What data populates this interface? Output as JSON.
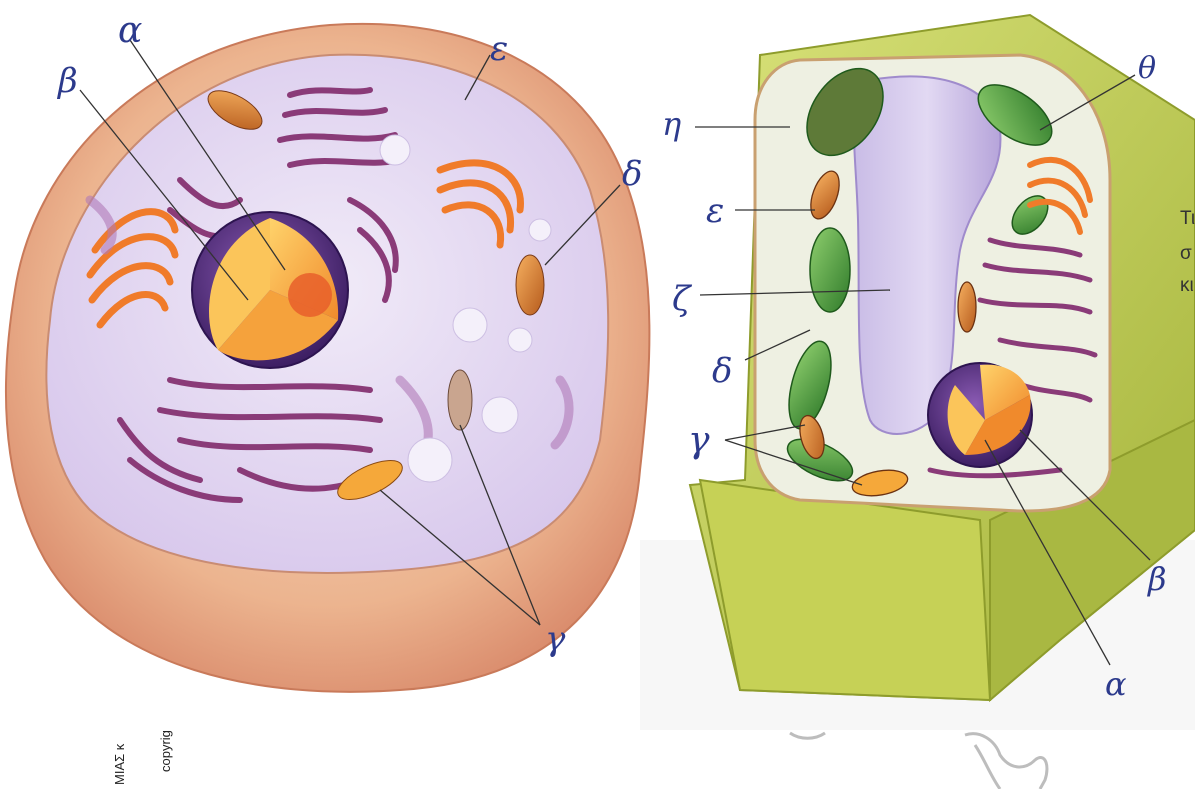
{
  "animal_cell": {
    "labels": {
      "a": "α",
      "b": "β",
      "epsilon": "ε",
      "delta": "δ",
      "gamma": "γ"
    }
  },
  "plant_cell": {
    "labels": {
      "eta": "η",
      "theta": "θ",
      "epsilon": "ε",
      "zeta": "ζ",
      "delta": "δ",
      "gamma": "γ",
      "beta": "β",
      "alpha": "α"
    }
  },
  "side_text": {
    "line1": "Τι",
    "line2": "σ",
    "line3": "κι"
  },
  "margin_text": {
    "left": "ΜΙΑΣ κ",
    "right": "copyrig"
  },
  "colors": {
    "ink": "#2c3a8c",
    "animal_outer": "#e9b58a",
    "animal_cytoplasm": "#e6dcf2",
    "plant_wall": "#b9c94a",
    "plant_vacuole": "#b9a9dc"
  }
}
